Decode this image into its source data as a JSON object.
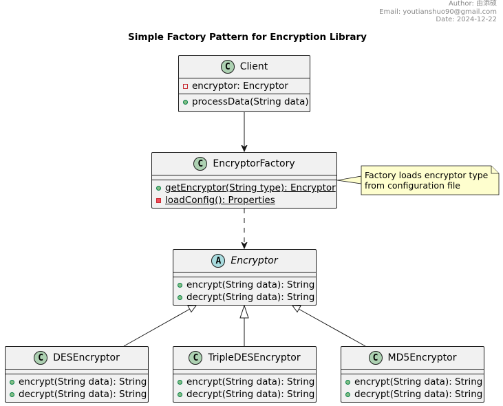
{
  "header": {
    "author": "Author: 由添硕",
    "email": "Email: youtianshuo90@gmail.com",
    "date": "Date: 2024-12-22"
  },
  "title": "Simple Factory Pattern for Encryption Library",
  "classes": {
    "client": {
      "stereotype": "C",
      "name": "Client",
      "fields": [
        {
          "visibility": "private",
          "text": "encryptor: Encryptor"
        }
      ],
      "methods": [
        {
          "visibility": "public",
          "text": "processData(String data)"
        }
      ]
    },
    "factory": {
      "stereotype": "C",
      "name": "EncryptorFactory",
      "fields": [],
      "methods": [
        {
          "visibility": "public",
          "static": true,
          "text": "getEncryptor(String type): Encryptor"
        },
        {
          "visibility": "private",
          "static": true,
          "text": "loadConfig(): Properties"
        }
      ]
    },
    "encryptor": {
      "stereotype": "A",
      "abstract": true,
      "name": "Encryptor",
      "fields": [],
      "methods": [
        {
          "visibility": "public",
          "text": "encrypt(String data): String"
        },
        {
          "visibility": "public",
          "text": "decrypt(String data): String"
        }
      ]
    },
    "des": {
      "stereotype": "C",
      "name": "DESEncryptor",
      "fields": [],
      "methods": [
        {
          "visibility": "public",
          "text": "encrypt(String data): String"
        },
        {
          "visibility": "public",
          "text": "decrypt(String data): String"
        }
      ]
    },
    "tripledes": {
      "stereotype": "C",
      "name": "TripleDESEncryptor",
      "fields": [],
      "methods": [
        {
          "visibility": "public",
          "text": "encrypt(String data): String"
        },
        {
          "visibility": "public",
          "text": "decrypt(String data): String"
        }
      ]
    },
    "md5": {
      "stereotype": "C",
      "name": "MD5Encryptor",
      "fields": [],
      "methods": [
        {
          "visibility": "public",
          "text": "encrypt(String data): String"
        },
        {
          "visibility": "public",
          "text": "decrypt(String data): String"
        }
      ]
    }
  },
  "note": {
    "lines": [
      "Factory loads encryptor type",
      "from configuration file"
    ]
  },
  "relations": [
    {
      "from": "Client",
      "to": "EncryptorFactory",
      "type": "association"
    },
    {
      "from": "EncryptorFactory",
      "to": "Encryptor",
      "type": "dependency"
    },
    {
      "from": "DESEncryptor",
      "to": "Encryptor",
      "type": "inheritance"
    },
    {
      "from": "TripleDESEncryptor",
      "to": "Encryptor",
      "type": "inheritance"
    },
    {
      "from": "MD5Encryptor",
      "to": "Encryptor",
      "type": "inheritance"
    }
  ],
  "colors": {
    "class_fill": "#f1f1f1",
    "class_stereotype": "#add1b2",
    "abstract_stereotype": "#a9dcdf",
    "note_fill": "#fefece",
    "public_visibility": "#84be84",
    "private_visibility": "#c82930",
    "header_text": "#888888"
  }
}
